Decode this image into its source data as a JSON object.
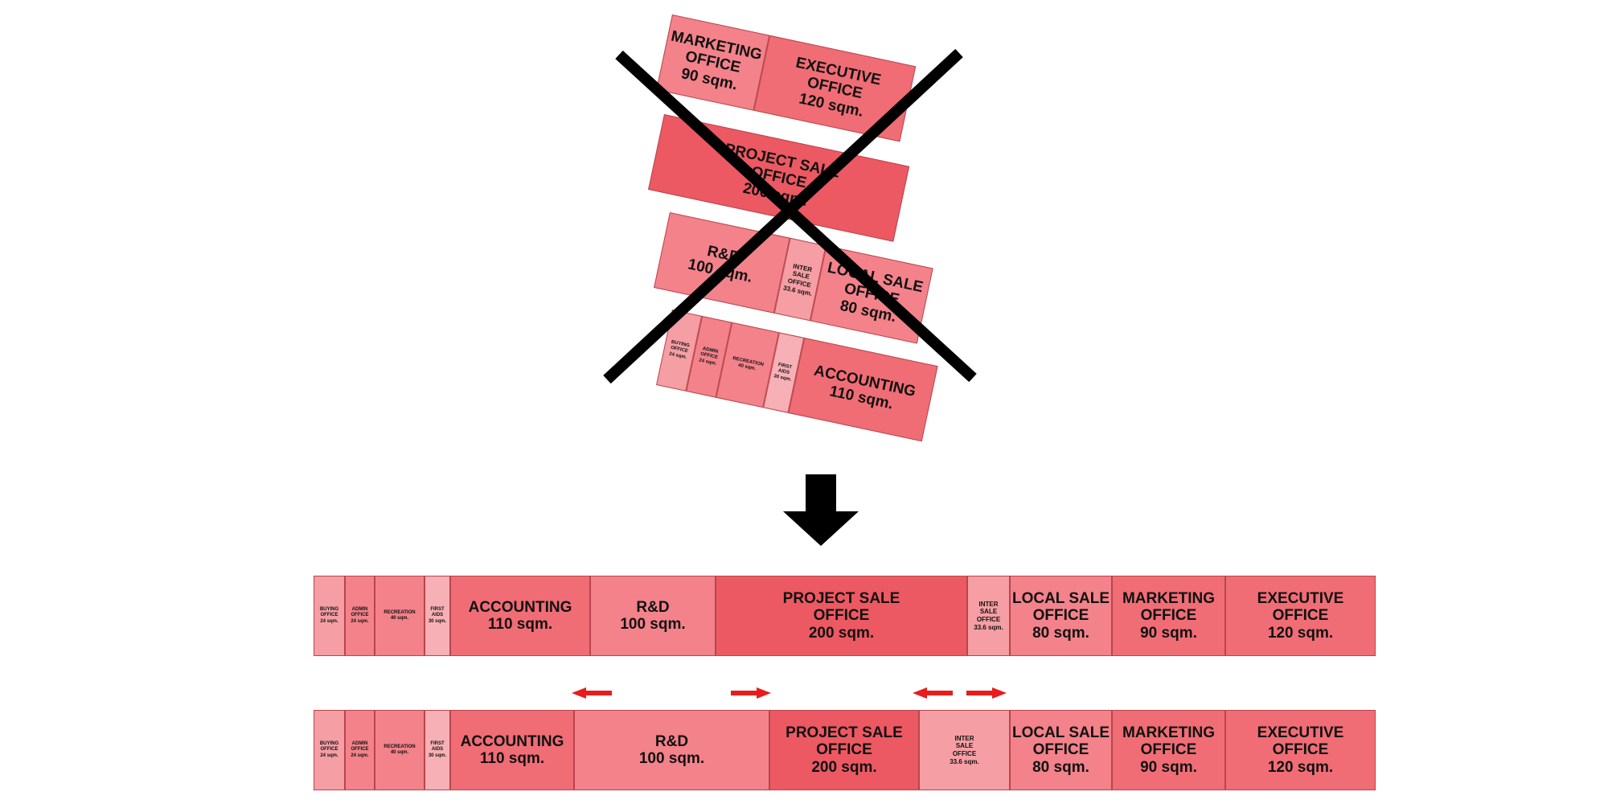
{
  "colors": {
    "pale": "#f59ea4",
    "light": "#f3828a",
    "mid": "#f06d75",
    "deep": "#ec5962",
    "faint": "#f7b0b5",
    "arrow_red": "#e81c1c",
    "cross": "#000000"
  },
  "icons": {
    "cross": "x-mark-icon",
    "down": "down-arrow-icon",
    "left": "left-arrow-icon",
    "right": "right-arrow-icon"
  },
  "tilted_plan": {
    "row1": [
      {
        "name": "MARKETING\nOFFICE",
        "area": "90 sqm."
      },
      {
        "name": "EXECUTIVE\nOFFICE",
        "area": "120 sqm."
      }
    ],
    "row2": [
      {
        "name": "PROJECT SALE\nOFFICE",
        "area": "200 sqm."
      }
    ],
    "row3": [
      {
        "name": "R&D",
        "area": "100 sqm."
      },
      {
        "name": "INTER\nSALE\nOFFICE",
        "area": "33.6 sqm."
      },
      {
        "name": "LOCAL SALE\nOFFICE",
        "area": "80 sqm."
      }
    ],
    "row4": [
      {
        "name": "BUYING\nOFFICE",
        "area": "24 sqm."
      },
      {
        "name": "ADMIN\nOFFICE",
        "area": "24 sqm."
      },
      {
        "name": "RECREATION",
        "area": "40 sqm."
      },
      {
        "name": "FIRST\nAIDS",
        "area": "30 sqm."
      },
      {
        "name": "ACCOUNTING",
        "area": "110 sqm."
      }
    ]
  },
  "strip_top": [
    {
      "name": "BUYING\nOFFICE",
      "area": "24 sqm."
    },
    {
      "name": "ADMIN\nOFFICE",
      "area": "24 sqm."
    },
    {
      "name": "RECREATION",
      "area": "40 sqm."
    },
    {
      "name": "FIRST\nAIDS",
      "area": "30 sqm."
    },
    {
      "name": "ACCOUNTING",
      "area": "110 sqm."
    },
    {
      "name": "R&D",
      "area": "100 sqm."
    },
    {
      "name": "PROJECT SALE\nOFFICE",
      "area": "200 sqm."
    },
    {
      "name": "INTER\nSALE\nOFFICE",
      "area": "33.6 sqm."
    },
    {
      "name": "LOCAL SALE\nOFFICE",
      "area": "80 sqm."
    },
    {
      "name": "MARKETING\nOFFICE",
      "area": "90 sqm."
    },
    {
      "name": "EXECUTIVE\nOFFICE",
      "area": "120 sqm."
    }
  ],
  "strip_bottom": [
    {
      "name": "BUYING\nOFFICE",
      "area": "24 sqm."
    },
    {
      "name": "ADMIN\nOFFICE",
      "area": "24 sqm."
    },
    {
      "name": "RECREATION",
      "area": "40 sqm."
    },
    {
      "name": "FIRST\nAIDS",
      "area": "30 sqm."
    },
    {
      "name": "ACCOUNTING",
      "area": "110 sqm."
    },
    {
      "name": "R&D",
      "area": "100 sqm."
    },
    {
      "name": "PROJECT SALE\nOFFICE",
      "area": "200 sqm."
    },
    {
      "name": "INTER\nSALE\nOFFICE",
      "area": "33.6 sqm."
    },
    {
      "name": "LOCAL SALE\nOFFICE",
      "area": "80 sqm."
    },
    {
      "name": "MARKETING\nOFFICE",
      "area": "90 sqm."
    },
    {
      "name": "EXECUTIVE\nOFFICE",
      "area": "120 sqm."
    }
  ]
}
